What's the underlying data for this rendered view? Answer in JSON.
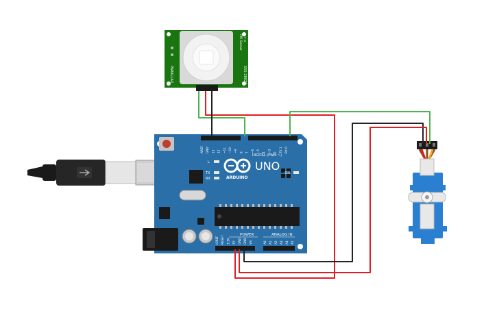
{
  "pir_sensor": {
    "label_left": "PARALLAX",
    "label_right": "555-28027",
    "label_top": "PIR Sensor",
    "pins_label": "- + o"
  },
  "arduino": {
    "model": "UNO",
    "brand": "ARDUINO",
    "digital_label": "DIGITAL (PWM ~)",
    "power_label": "POWER",
    "analog_label": "ANALOG IN",
    "on_label": "ON",
    "led_l": "L",
    "led_tx": "TX",
    "led_rx": "RX",
    "digital_pins": [
      "AREF",
      "GND",
      "13",
      "12",
      "~11",
      "~10",
      "~9",
      "8",
      "7",
      "~6",
      "~5",
      "4",
      "~3",
      "2",
      "TX 1",
      "RX 0"
    ],
    "power_pins": [
      "IOREF",
      "RESET",
      "3.3V",
      "5V",
      "GND",
      "GND",
      "Vin"
    ],
    "analog_pins": [
      "A0",
      "A1",
      "A2",
      "A3",
      "A4",
      "A5"
    ]
  },
  "colors": {
    "board": "#2a6fa8",
    "board_dark": "#1f5786",
    "pir_board": "#19750f",
    "wire_red": "#e01b22",
    "wire_green": "#4ab54a",
    "wire_black": "#222222",
    "servo": "#2a7fd0"
  }
}
